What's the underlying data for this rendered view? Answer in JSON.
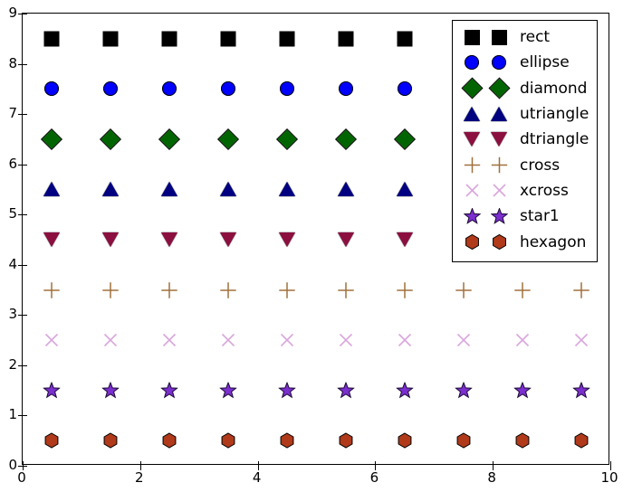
{
  "chart_data": {
    "type": "scatter",
    "title": "",
    "xlabel": "",
    "ylabel": "",
    "xlim": [
      0,
      10
    ],
    "ylim": [
      0,
      9
    ],
    "grid": false,
    "legend_position": "upper right",
    "xticks": [
      "0",
      "2",
      "4",
      "6",
      "8",
      "10"
    ],
    "xtick_values": [
      0,
      2,
      4,
      6,
      8,
      10
    ],
    "yticks": [
      "0",
      "1",
      "2",
      "3",
      "4",
      "5",
      "6",
      "7",
      "8",
      "9"
    ],
    "ytick_values": [
      0,
      1,
      2,
      3,
      4,
      5,
      6,
      7,
      8,
      9
    ],
    "series": [
      {
        "name": "rect",
        "marker": "rect",
        "color": "#000000",
        "edgecolor": "#000000",
        "y": 8.5,
        "x": [
          0.5,
          1.5,
          2.5,
          3.5,
          4.5,
          5.5,
          6.5,
          7.5,
          8.5,
          9.5
        ],
        "values": [
          8.5,
          8.5,
          8.5,
          8.5,
          8.5,
          8.5,
          8.5,
          8.5,
          8.5,
          8.5
        ]
      },
      {
        "name": "ellipse",
        "marker": "ellipse",
        "color": "#0000ff",
        "edgecolor": "#000000",
        "y": 7.5,
        "x": [
          0.5,
          1.5,
          2.5,
          3.5,
          4.5,
          5.5,
          6.5,
          7.5,
          8.5,
          9.5
        ],
        "values": [
          7.5,
          7.5,
          7.5,
          7.5,
          7.5,
          7.5,
          7.5,
          7.5,
          7.5,
          7.5
        ]
      },
      {
        "name": "diamond",
        "marker": "diamond",
        "color": "#006400",
        "edgecolor": "#000000",
        "y": 6.5,
        "x": [
          0.5,
          1.5,
          2.5,
          3.5,
          4.5,
          5.5,
          6.5,
          7.5,
          8.5,
          9.5
        ],
        "values": [
          6.5,
          6.5,
          6.5,
          6.5,
          6.5,
          6.5,
          6.5,
          6.5,
          6.5,
          6.5
        ]
      },
      {
        "name": "utriangle",
        "marker": "utriangle",
        "color": "#000080",
        "edgecolor": "#000000",
        "y": 5.5,
        "x": [
          0.5,
          1.5,
          2.5,
          3.5,
          4.5,
          5.5,
          6.5,
          7.5,
          8.5,
          9.5
        ],
        "values": [
          5.5,
          5.5,
          5.5,
          5.5,
          5.5,
          5.5,
          5.5,
          5.5,
          5.5,
          5.5
        ]
      },
      {
        "name": "dtriangle",
        "marker": "dtriangle",
        "color": "#8B1040",
        "edgecolor": "#000000",
        "y": 4.5,
        "x": [
          0.5,
          1.5,
          2.5,
          3.5,
          4.5,
          5.5,
          6.5,
          7.5,
          8.5,
          9.5
        ],
        "values": [
          4.5,
          4.5,
          4.5,
          4.5,
          4.5,
          4.5,
          4.5,
          4.5,
          4.5,
          4.5
        ]
      },
      {
        "name": "cross",
        "marker": "cross",
        "color": "#A0703C",
        "edgecolor": "#A0703C",
        "y": 3.5,
        "x": [
          0.5,
          1.5,
          2.5,
          3.5,
          4.5,
          5.5,
          6.5,
          7.5,
          8.5,
          9.5
        ],
        "values": [
          3.5,
          3.5,
          3.5,
          3.5,
          3.5,
          3.5,
          3.5,
          3.5,
          3.5,
          3.5
        ]
      },
      {
        "name": "xcross",
        "marker": "xcross",
        "color": "#D9A6DC",
        "edgecolor": "#D9A6DC",
        "y": 2.5,
        "x": [
          0.5,
          1.5,
          2.5,
          3.5,
          4.5,
          5.5,
          6.5,
          7.5,
          8.5,
          9.5
        ],
        "values": [
          2.5,
          2.5,
          2.5,
          2.5,
          2.5,
          2.5,
          2.5,
          2.5,
          2.5,
          2.5
        ]
      },
      {
        "name": "star1",
        "marker": "star1",
        "color": "#7B2FCE",
        "edgecolor": "#1A0A33",
        "y": 1.5,
        "x": [
          0.5,
          1.5,
          2.5,
          3.5,
          4.5,
          5.5,
          6.5,
          7.5,
          8.5,
          9.5
        ],
        "values": [
          1.5,
          1.5,
          1.5,
          1.5,
          1.5,
          1.5,
          1.5,
          1.5,
          1.5,
          1.5
        ]
      },
      {
        "name": "hexagon",
        "marker": "hexagon",
        "color": "#B03A1A",
        "edgecolor": "#000000",
        "y": 0.5,
        "x": [
          0.5,
          1.5,
          2.5,
          3.5,
          4.5,
          5.5,
          6.5,
          7.5,
          8.5,
          9.5
        ],
        "values": [
          0.5,
          0.5,
          0.5,
          0.5,
          0.5,
          0.5,
          0.5,
          0.5,
          0.5,
          0.5
        ]
      }
    ],
    "legend_entries": [
      {
        "label": "rect",
        "marker": "rect",
        "color": "#000000"
      },
      {
        "label": "ellipse",
        "marker": "ellipse",
        "color": "#0000ff"
      },
      {
        "label": "diamond",
        "marker": "diamond",
        "color": "#006400"
      },
      {
        "label": "utriangle",
        "marker": "utriangle",
        "color": "#000080"
      },
      {
        "label": "dtriangle",
        "marker": "dtriangle",
        "color": "#8B1040"
      },
      {
        "label": "cross",
        "marker": "cross",
        "color": "#A0703C"
      },
      {
        "label": "xcross",
        "marker": "xcross",
        "color": "#D9A6DC"
      },
      {
        "label": "star1",
        "marker": "star1",
        "color": "#7B2FCE"
      },
      {
        "label": "hexagon",
        "marker": "hexagon",
        "color": "#B03A1A"
      }
    ]
  }
}
